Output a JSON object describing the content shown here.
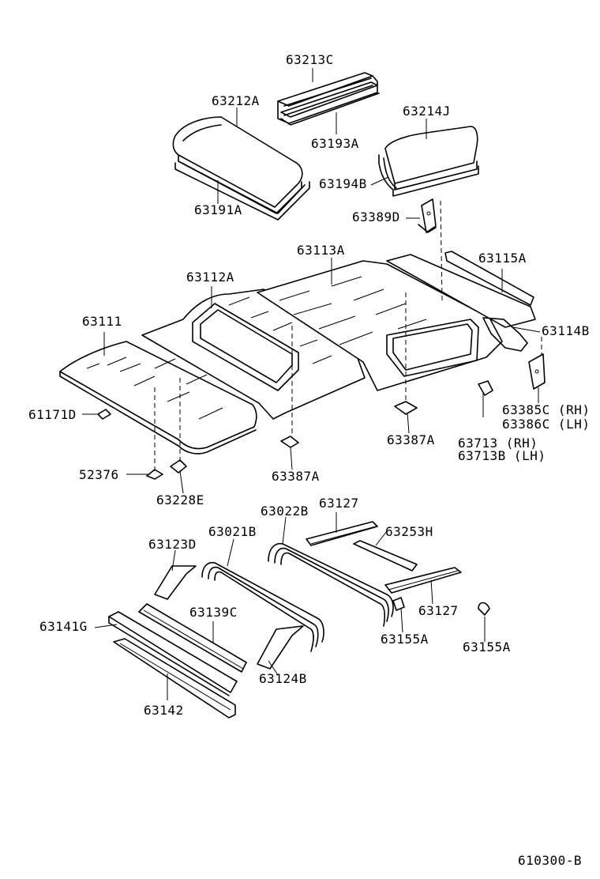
{
  "diagram_code": "610300-B",
  "labels": {
    "p63213C": "63213C",
    "p63212A": "63212A",
    "p63193A": "63193A",
    "p63214J": "63214J",
    "p63194B": "63194B",
    "p63191A": "63191A",
    "p63389D": "63389D",
    "p63113A": "63113A",
    "p63115A": "63115A",
    "p63112A": "63112A",
    "p63111": "63111",
    "p63114B": "63114B",
    "p61171D": "61171D",
    "p63385C": "63385C (RH)",
    "p63386C": "63386C (LH)",
    "p63387A_right": "63387A",
    "p63713": "63713  (RH)",
    "p63713B": "63713B (LH)",
    "p52376": "52376",
    "p63387A_center": "63387A",
    "p63228E": "63228E",
    "p63022B": "63022B",
    "p63127_top": "63127",
    "p63021B": "63021B",
    "p63253H": "63253H",
    "p63123D": "63123D",
    "p63127_right": "63127",
    "p63139C": "63139C",
    "p63141G": "63141G",
    "p63155A_mid": "63155A",
    "p63155A_right": "63155A",
    "p63124B": "63124B",
    "p63142": "63142"
  }
}
